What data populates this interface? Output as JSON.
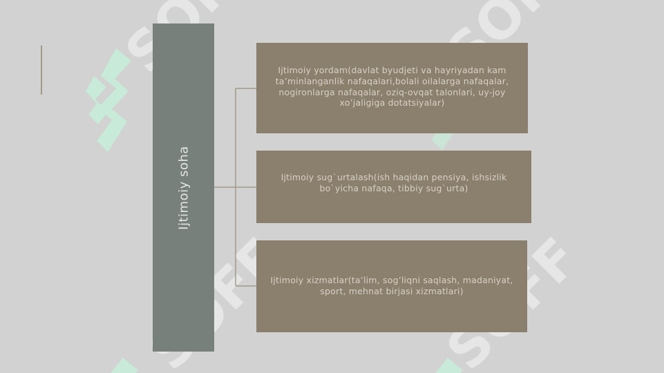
{
  "diagram": {
    "root": {
      "label": "Ijtimoiy soha"
    },
    "children": [
      {
        "label": "Ijtimoiy yordam(davlat byudjeti va hayriyadan kam ta’minlanganlik nafaqalari,bolali oilalarga nafaqalar, nogironlarga nafaqalar, oziq-ovqat talonlari, uy-joy xo’jaligiga dotatsiyalar)"
      },
      {
        "label": "Ijtimoiy sug`urtalash(ish haqidan pensiya, ishsizlik bo`yicha nafaqa, tibbiy sug`urta)"
      },
      {
        "label": "Ijtimoiy xizmatlar(ta’lim, sog’liqni saqlash, madaniyat, sport, mehnat birjasi xizmatlari)"
      }
    ]
  },
  "watermark": {
    "text": "SOFF"
  },
  "colors": {
    "background": "#d2d2d2",
    "root_fill": "#78807b",
    "child_fill": "#8b7f6d",
    "connector": "#a09a88",
    "watermark_text": "#e6e6e6",
    "watermark_logo": "#c8ead8"
  }
}
